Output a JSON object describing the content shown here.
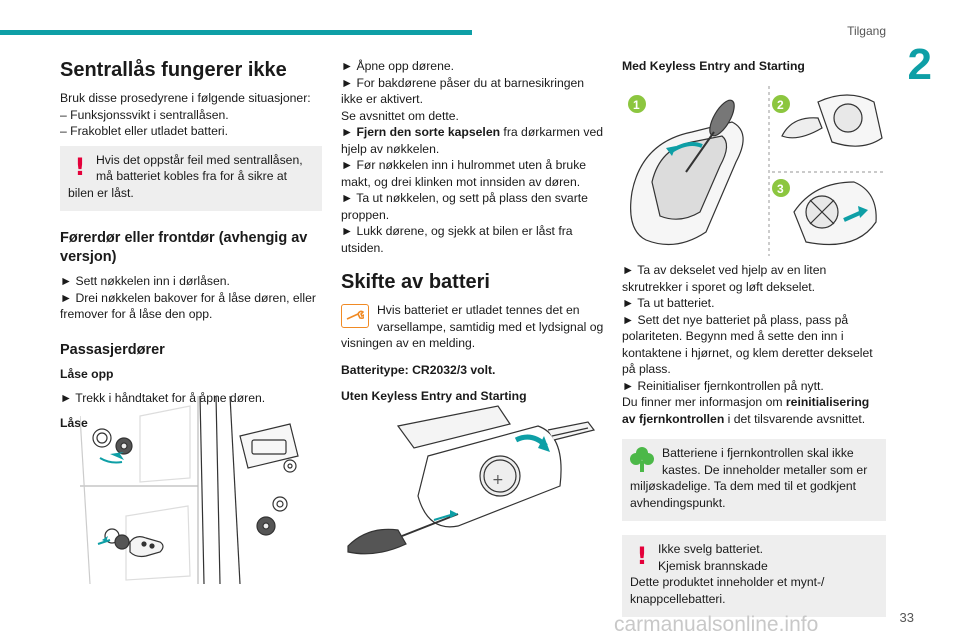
{
  "header": {
    "section": "Tilgang",
    "chapter": "2",
    "page_number": "33"
  },
  "watermark": "carmanualsonline.info",
  "col1": {
    "title": "Sentrallås fungerer ikke",
    "intro": "Bruk disse prosedyrene i følgende situasjoner:",
    "list": [
      "– Funksjonssvikt i sentrallåsen.",
      "– Frakoblet eller utladet batteri."
    ],
    "warning": "Hvis det oppstår feil med sentrallåsen, må batteriet kobles fra for å sikre at bilen er låst.",
    "driver_heading": "Førerdør eller frontdør (avhengig av versjon)",
    "driver_steps": [
      "► Sett nøkkelen inn i dørlåsen.",
      "► Drei nøkkelen bakover for å låse døren, eller fremover for å låse den opp."
    ],
    "passenger_heading": "Passasjerdører",
    "unlock_heading": "Låse opp",
    "unlock_step": "► Trekk i håndtaket for å åpne døren.",
    "lock_heading": "Låse"
  },
  "col2": {
    "steps": [
      "► Åpne opp dørene.",
      "► For bakdørene påser du at barnesikringen ikke er aktivert.",
      "Se avsnittet om dette."
    ],
    "step_bold": "► Fjern den sorte kapselen",
    "step_bold_rest": " fra dørkarmen ved hjelp av nøkkelen.",
    "steps2": [
      "► Før nøkkelen inn i hulrommet uten å bruke makt, og drei klinken mot innsiden av døren.",
      "► Ta ut nøkkelen, og sett på plass den svarte proppen.",
      "► Lukk dørene, og sjekk at bilen er låst fra utsiden."
    ],
    "battery_title": "Skifte av batteri",
    "battery_note": "Hvis batteriet er utladet tennes det en varsellampe, samtidig med et lydsignal og visningen av en melding.",
    "battery_type": "Batteritype: CR2032/3 volt.",
    "without_keyless": "Uten Keyless Entry and Starting"
  },
  "col3": {
    "with_keyless": "Med Keyless Entry and Starting",
    "badges": [
      "1",
      "2",
      "3"
    ],
    "steps": [
      "► Ta av dekselet ved hjelp av en liten skrutrekker i sporet og løft dekselet.",
      "► Ta ut batteriet.",
      "► Sett det nye batteriet på plass, pass på polariteten. Begynn med å sette den inn i kontaktene i hjørnet, og klem deretter dekselet på plass.",
      "► Reinitialiser fjernkontrollen på nytt."
    ],
    "info_pre": "Du finner mer informasjon om ",
    "info_bold": "reinitialisering av fjernkontrollen",
    "info_post": " i det tilsvarende avsnittet.",
    "eco_note": "Batteriene i fjernkontrollen skal ikke kastes. De inneholder metaller som er miljøskadelige. Ta dem med til et godkjent avhendingspunkt.",
    "warn_lines": [
      "Ikke svelg batteriet.",
      "Kjemisk brannskade",
      "Dette produktet inneholder et mynt-/ knappcellebatteri."
    ]
  },
  "colors": {
    "accent": "#0e9fa6",
    "badge": "#8cc63f",
    "warning": "#e4003a",
    "eco": "#4cb848",
    "tool": "#f08a24"
  }
}
